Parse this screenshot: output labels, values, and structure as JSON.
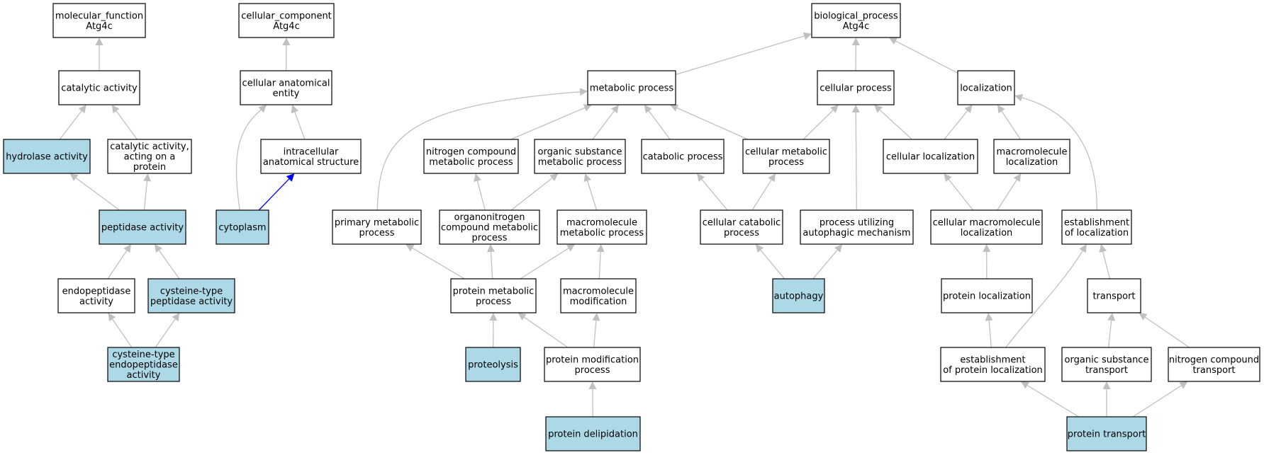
{
  "colors": {
    "highlight": "#add8e6",
    "plain": "#ffffff",
    "edge": "#c0c0c0",
    "edge_highlight": "#0000ff"
  },
  "nodes": [
    {
      "id": "mf",
      "lines": [
        "molecular_function",
        "Atg4c"
      ],
      "hl": false
    },
    {
      "id": "cat",
      "lines": [
        "catalytic activity"
      ],
      "hl": false
    },
    {
      "id": "hyd",
      "lines": [
        "hydrolase activity"
      ],
      "hl": true
    },
    {
      "id": "catprot",
      "lines": [
        "catalytic activity,",
        "acting on a",
        "protein"
      ],
      "hl": false
    },
    {
      "id": "pep",
      "lines": [
        "peptidase activity"
      ],
      "hl": true
    },
    {
      "id": "endo",
      "lines": [
        "endopeptidase",
        "activity"
      ],
      "hl": false
    },
    {
      "id": "cyspep",
      "lines": [
        "cysteine-type",
        "peptidase activity"
      ],
      "hl": true
    },
    {
      "id": "cysendo",
      "lines": [
        "cysteine-type",
        "endopeptidase",
        "activity"
      ],
      "hl": true
    },
    {
      "id": "cc",
      "lines": [
        "cellular_component",
        "Atg4c"
      ],
      "hl": false
    },
    {
      "id": "cae",
      "lines": [
        "cellular anatomical",
        "entity"
      ],
      "hl": false
    },
    {
      "id": "ias",
      "lines": [
        "intracellular",
        "anatomical structure"
      ],
      "hl": false
    },
    {
      "id": "cyto",
      "lines": [
        "cytoplasm"
      ],
      "hl": true
    },
    {
      "id": "bp",
      "lines": [
        "biological_process",
        "Atg4c"
      ],
      "hl": false
    },
    {
      "id": "met",
      "lines": [
        "metabolic process"
      ],
      "hl": false
    },
    {
      "id": "cell",
      "lines": [
        "cellular process"
      ],
      "hl": false
    },
    {
      "id": "loc",
      "lines": [
        "localization"
      ],
      "hl": false
    },
    {
      "id": "ncmp",
      "lines": [
        "nitrogen compound",
        "metabolic process"
      ],
      "hl": false
    },
    {
      "id": "osmp",
      "lines": [
        "organic substance",
        "metabolic process"
      ],
      "hl": false
    },
    {
      "id": "catab",
      "lines": [
        "catabolic process"
      ],
      "hl": false
    },
    {
      "id": "cmp",
      "lines": [
        "cellular metabolic",
        "process"
      ],
      "hl": false
    },
    {
      "id": "cloc",
      "lines": [
        "cellular localization"
      ],
      "hl": false
    },
    {
      "id": "mloc",
      "lines": [
        "macromolecule",
        "localization"
      ],
      "hl": false
    },
    {
      "id": "pmp",
      "lines": [
        "primary metabolic",
        "process"
      ],
      "hl": false
    },
    {
      "id": "oncmp",
      "lines": [
        "organonitrogen",
        "compound metabolic",
        "process"
      ],
      "hl": false
    },
    {
      "id": "mmp",
      "lines": [
        "macromolecule",
        "metabolic process"
      ],
      "hl": false
    },
    {
      "id": "ccp",
      "lines": [
        "cellular catabolic",
        "process"
      ],
      "hl": false
    },
    {
      "id": "puam",
      "lines": [
        "process utilizing",
        "autophagic mechanism"
      ],
      "hl": false
    },
    {
      "id": "cml",
      "lines": [
        "cellular macromolecule",
        "localization"
      ],
      "hl": false
    },
    {
      "id": "eol",
      "lines": [
        "establishment",
        "of localization"
      ],
      "hl": false
    },
    {
      "id": "prmp",
      "lines": [
        "protein metabolic",
        "process"
      ],
      "hl": false
    },
    {
      "id": "mmod",
      "lines": [
        "macromolecule",
        "modification"
      ],
      "hl": false
    },
    {
      "id": "auto",
      "lines": [
        "autophagy"
      ],
      "hl": true
    },
    {
      "id": "ploc",
      "lines": [
        "protein localization"
      ],
      "hl": false
    },
    {
      "id": "trans",
      "lines": [
        "transport"
      ],
      "hl": false
    },
    {
      "id": "prot",
      "lines": [
        "proteolysis"
      ],
      "hl": true
    },
    {
      "id": "pmod",
      "lines": [
        "protein modification",
        "process"
      ],
      "hl": false
    },
    {
      "id": "epl",
      "lines": [
        "establishment",
        "of protein localization"
      ],
      "hl": false
    },
    {
      "id": "ost",
      "lines": [
        "organic substance",
        "transport"
      ],
      "hl": false
    },
    {
      "id": "nct",
      "lines": [
        "nitrogen compound",
        "transport"
      ],
      "hl": false
    },
    {
      "id": "pdel",
      "lines": [
        "protein delipidation"
      ],
      "hl": true
    },
    {
      "id": "ptr",
      "lines": [
        "protein transport"
      ],
      "hl": true
    }
  ],
  "edges": [
    {
      "from": "cat",
      "to": "mf",
      "hl": false
    },
    {
      "from": "hyd",
      "to": "cat",
      "hl": false
    },
    {
      "from": "catprot",
      "to": "cat",
      "hl": false
    },
    {
      "from": "pep",
      "to": "hyd",
      "hl": false
    },
    {
      "from": "pep",
      "to": "catprot",
      "hl": false
    },
    {
      "from": "endo",
      "to": "pep",
      "hl": false
    },
    {
      "from": "cyspep",
      "to": "pep",
      "hl": false
    },
    {
      "from": "cysendo",
      "to": "endo",
      "hl": false
    },
    {
      "from": "cysendo",
      "to": "cyspep",
      "hl": false
    },
    {
      "from": "cae",
      "to": "cc",
      "hl": false
    },
    {
      "from": "ias",
      "to": "cae",
      "hl": false
    },
    {
      "from": "cyto",
      "to": "cae",
      "hl": false
    },
    {
      "from": "cyto",
      "to": "ias",
      "hl": true
    },
    {
      "from": "met",
      "to": "bp",
      "hl": false
    },
    {
      "from": "cell",
      "to": "bp",
      "hl": false
    },
    {
      "from": "loc",
      "to": "bp",
      "hl": false
    },
    {
      "from": "ncmp",
      "to": "met",
      "hl": false
    },
    {
      "from": "osmp",
      "to": "met",
      "hl": false
    },
    {
      "from": "catab",
      "to": "met",
      "hl": false
    },
    {
      "from": "cmp",
      "to": "met",
      "hl": false
    },
    {
      "from": "pmp",
      "to": "met",
      "hl": false
    },
    {
      "from": "cmp",
      "to": "cell",
      "hl": false
    },
    {
      "from": "cloc",
      "to": "cell",
      "hl": false
    },
    {
      "from": "puam",
      "to": "cell",
      "hl": false
    },
    {
      "from": "cloc",
      "to": "loc",
      "hl": false
    },
    {
      "from": "mloc",
      "to": "loc",
      "hl": false
    },
    {
      "from": "eol",
      "to": "loc",
      "hl": false
    },
    {
      "from": "oncmp",
      "to": "ncmp",
      "hl": false
    },
    {
      "from": "oncmp",
      "to": "osmp",
      "hl": false
    },
    {
      "from": "mmp",
      "to": "osmp",
      "hl": false
    },
    {
      "from": "ccp",
      "to": "catab",
      "hl": false
    },
    {
      "from": "ccp",
      "to": "cmp",
      "hl": false
    },
    {
      "from": "cml",
      "to": "cloc",
      "hl": false
    },
    {
      "from": "cml",
      "to": "mloc",
      "hl": false
    },
    {
      "from": "prmp",
      "to": "pmp",
      "hl": false
    },
    {
      "from": "prmp",
      "to": "oncmp",
      "hl": false
    },
    {
      "from": "prmp",
      "to": "mmp",
      "hl": false
    },
    {
      "from": "mmod",
      "to": "mmp",
      "hl": false
    },
    {
      "from": "auto",
      "to": "ccp",
      "hl": false
    },
    {
      "from": "auto",
      "to": "puam",
      "hl": false
    },
    {
      "from": "ploc",
      "to": "cml",
      "hl": false
    },
    {
      "from": "trans",
      "to": "eol",
      "hl": false
    },
    {
      "from": "epl",
      "to": "eol",
      "hl": false
    },
    {
      "from": "prot",
      "to": "prmp",
      "hl": false
    },
    {
      "from": "pmod",
      "to": "prmp",
      "hl": false
    },
    {
      "from": "pmod",
      "to": "mmod",
      "hl": false
    },
    {
      "from": "epl",
      "to": "ploc",
      "hl": false
    },
    {
      "from": "ost",
      "to": "trans",
      "hl": false
    },
    {
      "from": "nct",
      "to": "trans",
      "hl": false
    },
    {
      "from": "pdel",
      "to": "pmod",
      "hl": false
    },
    {
      "from": "ptr",
      "to": "epl",
      "hl": false
    },
    {
      "from": "ptr",
      "to": "ost",
      "hl": false
    },
    {
      "from": "ptr",
      "to": "nct",
      "hl": false
    }
  ]
}
